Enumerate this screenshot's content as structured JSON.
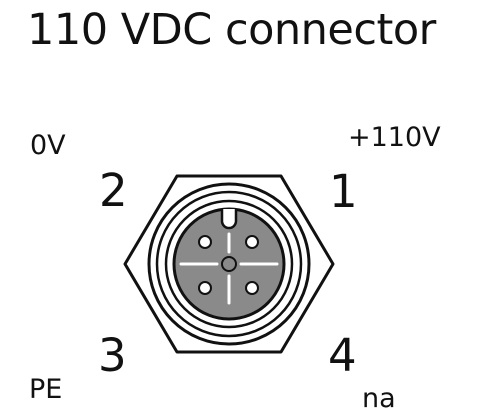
{
  "title": "110 VDC connector",
  "pins": [
    {
      "number": "1",
      "signal": "+110V"
    },
    {
      "number": "2",
      "signal": "0V"
    },
    {
      "number": "3",
      "signal": "PE"
    },
    {
      "number": "4",
      "signal": "na"
    }
  ],
  "colors": {
    "outline": "#111111",
    "insert_fill": "#8a8a8a",
    "background": "#ffffff"
  }
}
